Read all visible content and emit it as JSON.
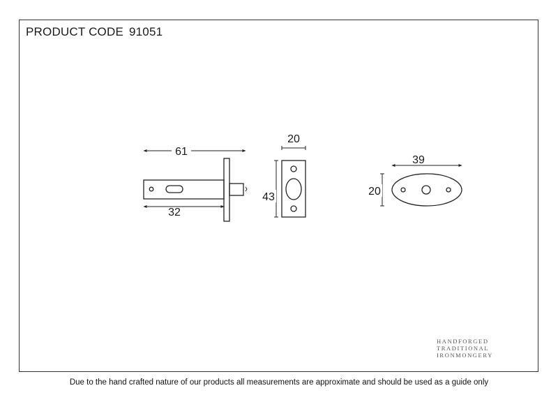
{
  "header": {
    "label": "PRODUCT CODE",
    "code": "91051"
  },
  "dimensions": {
    "bolt_length": "61",
    "backset": "32",
    "strike_width": "20",
    "strike_height": "43",
    "escutcheon_width": "39",
    "escutcheon_height": "20"
  },
  "brand": {
    "line1": "HANDFORGED",
    "line2": "TRADITIONAL",
    "line3": "IRONMONGERY"
  },
  "footer": {
    "disclaimer": "Due to the hand crafted nature of our products all measurements are approximate and should be used as a guide only"
  }
}
